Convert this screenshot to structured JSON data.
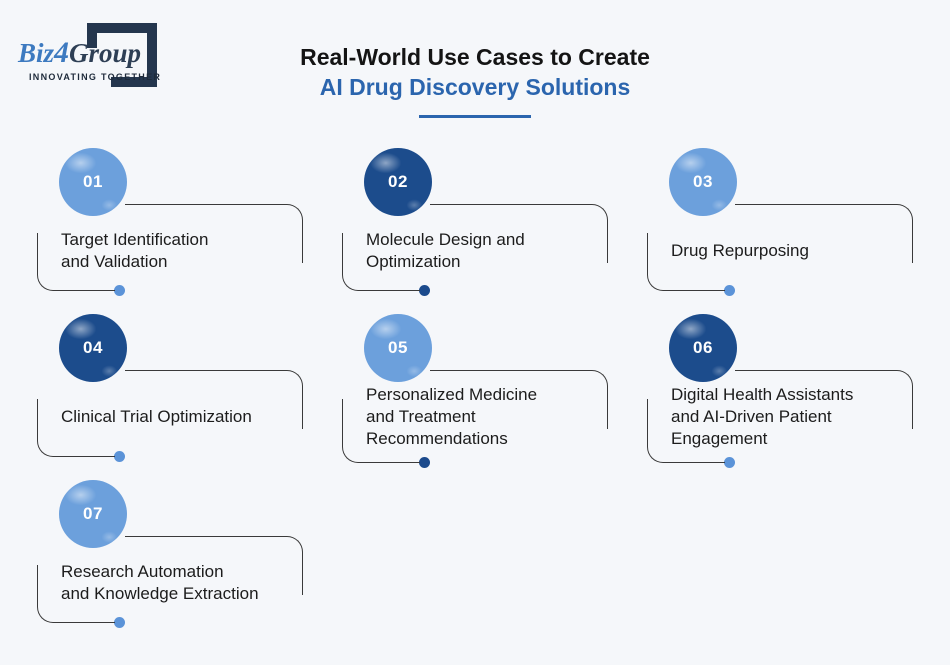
{
  "logo": {
    "biz": "Biz",
    "four": "4",
    "group": "Group",
    "tagline": "INNOVATING TOGETHER"
  },
  "title": {
    "line1": "Real-World Use Cases to Create",
    "line2": "AI Drug Discovery Solutions"
  },
  "colors": {
    "background": "#F5F7FA",
    "accent": "#2B65AE",
    "line": "#3A3A3A",
    "circle_light": "#6CA0DC",
    "circle_dark": "#1C4C8C",
    "dot_light": "#5B93D8",
    "dot_dark": "#1B4A8C",
    "logo_navy": "#24364E",
    "logo_blue": "#3D7AC0",
    "logo_slate": "#2E3F55"
  },
  "items": [
    {
      "number": "01",
      "lines": [
        "Target Identification",
        "and Validation"
      ],
      "circle": "light",
      "dot": "light"
    },
    {
      "number": "02",
      "lines": [
        "Molecule Design and",
        "Optimization"
      ],
      "circle": "dark",
      "dot": "dark"
    },
    {
      "number": "03",
      "lines": [
        "Drug Repurposing"
      ],
      "circle": "light",
      "dot": "light"
    },
    {
      "number": "04",
      "lines": [
        "Clinical Trial Optimization"
      ],
      "circle": "dark",
      "dot": "light"
    },
    {
      "number": "05",
      "lines": [
        "Personalized Medicine",
        "and Treatment",
        "Recommendations"
      ],
      "circle": "light",
      "dot": "dark"
    },
    {
      "number": "06",
      "lines": [
        "Digital Health Assistants",
        "and AI-Driven Patient",
        "Engagement"
      ],
      "circle": "dark",
      "dot": "light"
    },
    {
      "number": "07",
      "lines": [
        "Research Automation",
        "and Knowledge Extraction"
      ],
      "circle": "light",
      "dot": "light"
    }
  ]
}
